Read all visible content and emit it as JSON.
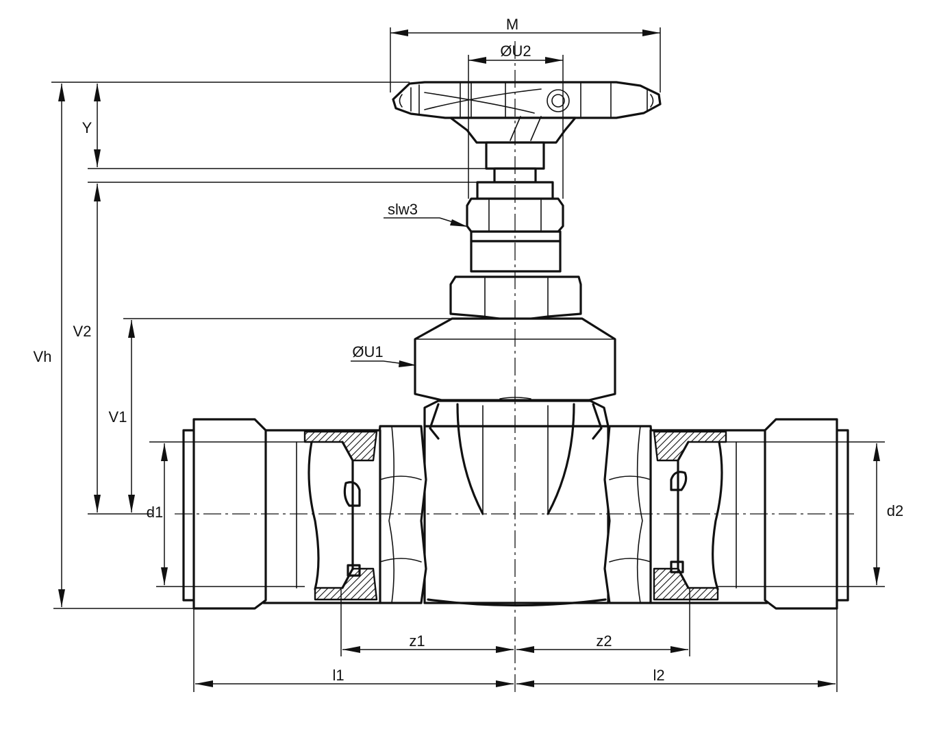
{
  "labels": {
    "M": "M",
    "U2": "ØU2",
    "Y": "Y",
    "slw3": "slw3",
    "V2": "V2",
    "Vh": "Vh",
    "U1": "ØU1",
    "V1": "V1",
    "d1": "d1",
    "d2": "d2",
    "z1": "z1",
    "z2": "z2",
    "l1": "l1",
    "l2": "l2"
  }
}
